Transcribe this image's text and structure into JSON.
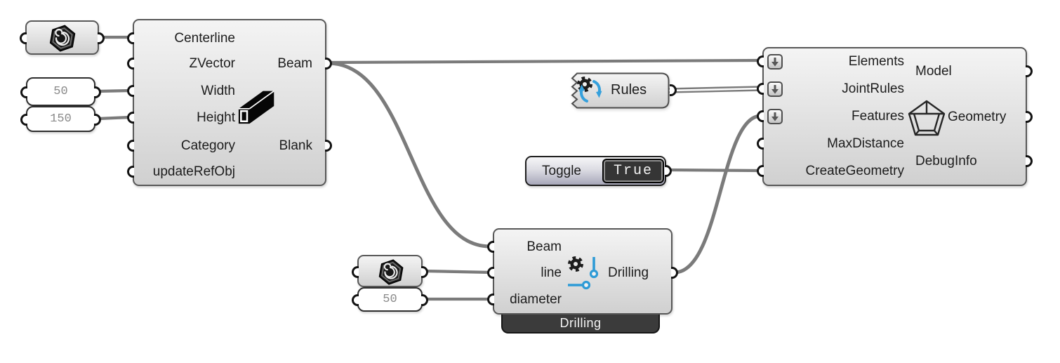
{
  "wires": {
    "color": "#7b7b7b"
  },
  "panels": {
    "width_value": "50",
    "height_value": "150",
    "diameter_value": "50"
  },
  "beam_component": {
    "inputs": [
      "Centerline",
      "ZVector",
      "Width",
      "Height",
      "Category",
      "updateRefObj"
    ],
    "outputs": [
      "Beam",
      "Blank"
    ]
  },
  "rules_param": {
    "label": "Rules"
  },
  "toggle": {
    "label": "Toggle",
    "value": "True"
  },
  "drilling_component": {
    "inputs": [
      "Beam",
      "line",
      "diameter"
    ],
    "outputs": [
      "Drilling"
    ],
    "tab_label": "Drilling"
  },
  "model_component": {
    "inputs": [
      "Elements",
      "JointRules",
      "Features",
      "MaxDistance",
      "CreateGeometry"
    ],
    "outputs": [
      "Model",
      "Geometry",
      "DebugInfo"
    ]
  },
  "icons": {
    "curve_param": "curve-hexagon-icon",
    "beam": "beam-3d-icon",
    "rules": "gear-recycle-icon",
    "drilling": "gear-pins-icon",
    "model": "frame-structure-icon",
    "flatten": "down-arrow-icon",
    "accent_blue": "#35a0dc"
  }
}
